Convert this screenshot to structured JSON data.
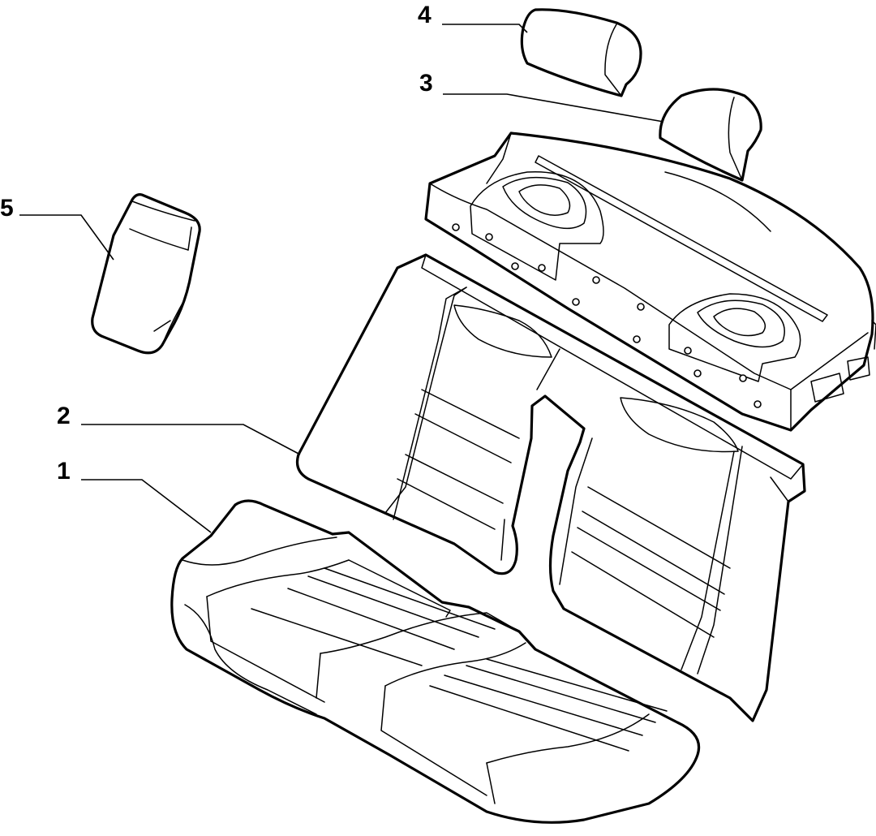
{
  "diagram": {
    "callouts": [
      {
        "id": "1",
        "label": "1",
        "part": "seat-cushion"
      },
      {
        "id": "2",
        "label": "2",
        "part": "seat-backrest"
      },
      {
        "id": "3",
        "label": "3",
        "part": "headrest-side"
      },
      {
        "id": "4",
        "label": "4",
        "part": "headrest-center"
      },
      {
        "id": "5",
        "label": "5",
        "part": "armrest"
      }
    ],
    "colors": {
      "line": "#000000",
      "background": "#ffffff"
    }
  }
}
